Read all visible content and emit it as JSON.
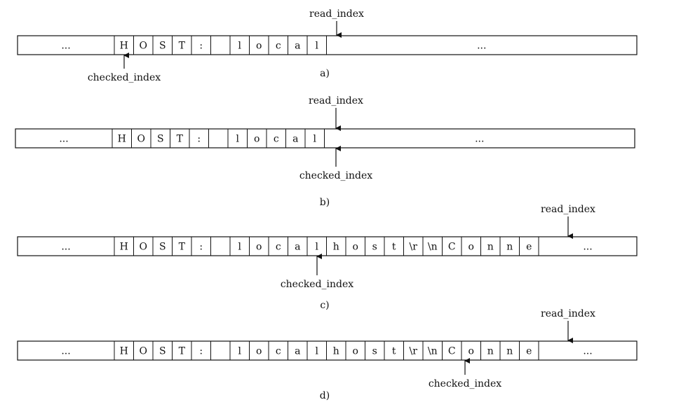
{
  "diagrams": [
    {
      "caption": "a)",
      "cells": [
        "...",
        "H",
        "O",
        "S",
        "T",
        ":",
        "",
        "l",
        "o",
        "c",
        "a",
        "l",
        "..."
      ],
      "read_index_label": "read_index",
      "checked_index_label": "checked_index"
    },
    {
      "caption": "b)",
      "cells": [
        "...",
        "H",
        "O",
        "S",
        "T",
        ":",
        "",
        "l",
        "o",
        "c",
        "a",
        "l",
        "..."
      ],
      "read_index_label": "read_index",
      "checked_index_label": "checked_index"
    },
    {
      "caption": "c)",
      "cells": [
        "...",
        "H",
        "O",
        "S",
        "T",
        ":",
        "",
        "l",
        "o",
        "c",
        "a",
        "l",
        "h",
        "o",
        "s",
        "t",
        "\\r",
        "\\n",
        "C",
        "o",
        "n",
        "n",
        "e",
        "..."
      ],
      "read_index_label": "read_index",
      "checked_index_label": "checked_index"
    },
    {
      "caption": "d)",
      "cells": [
        "...",
        "H",
        "O",
        "S",
        "T",
        ":",
        "",
        "l",
        "o",
        "c",
        "a",
        "l",
        "h",
        "o",
        "s",
        "t",
        "\\r",
        "\\n",
        "C",
        "o",
        "n",
        "n",
        "e",
        "..."
      ],
      "read_index_label": "read_index",
      "checked_index_label": "checked_index"
    }
  ]
}
